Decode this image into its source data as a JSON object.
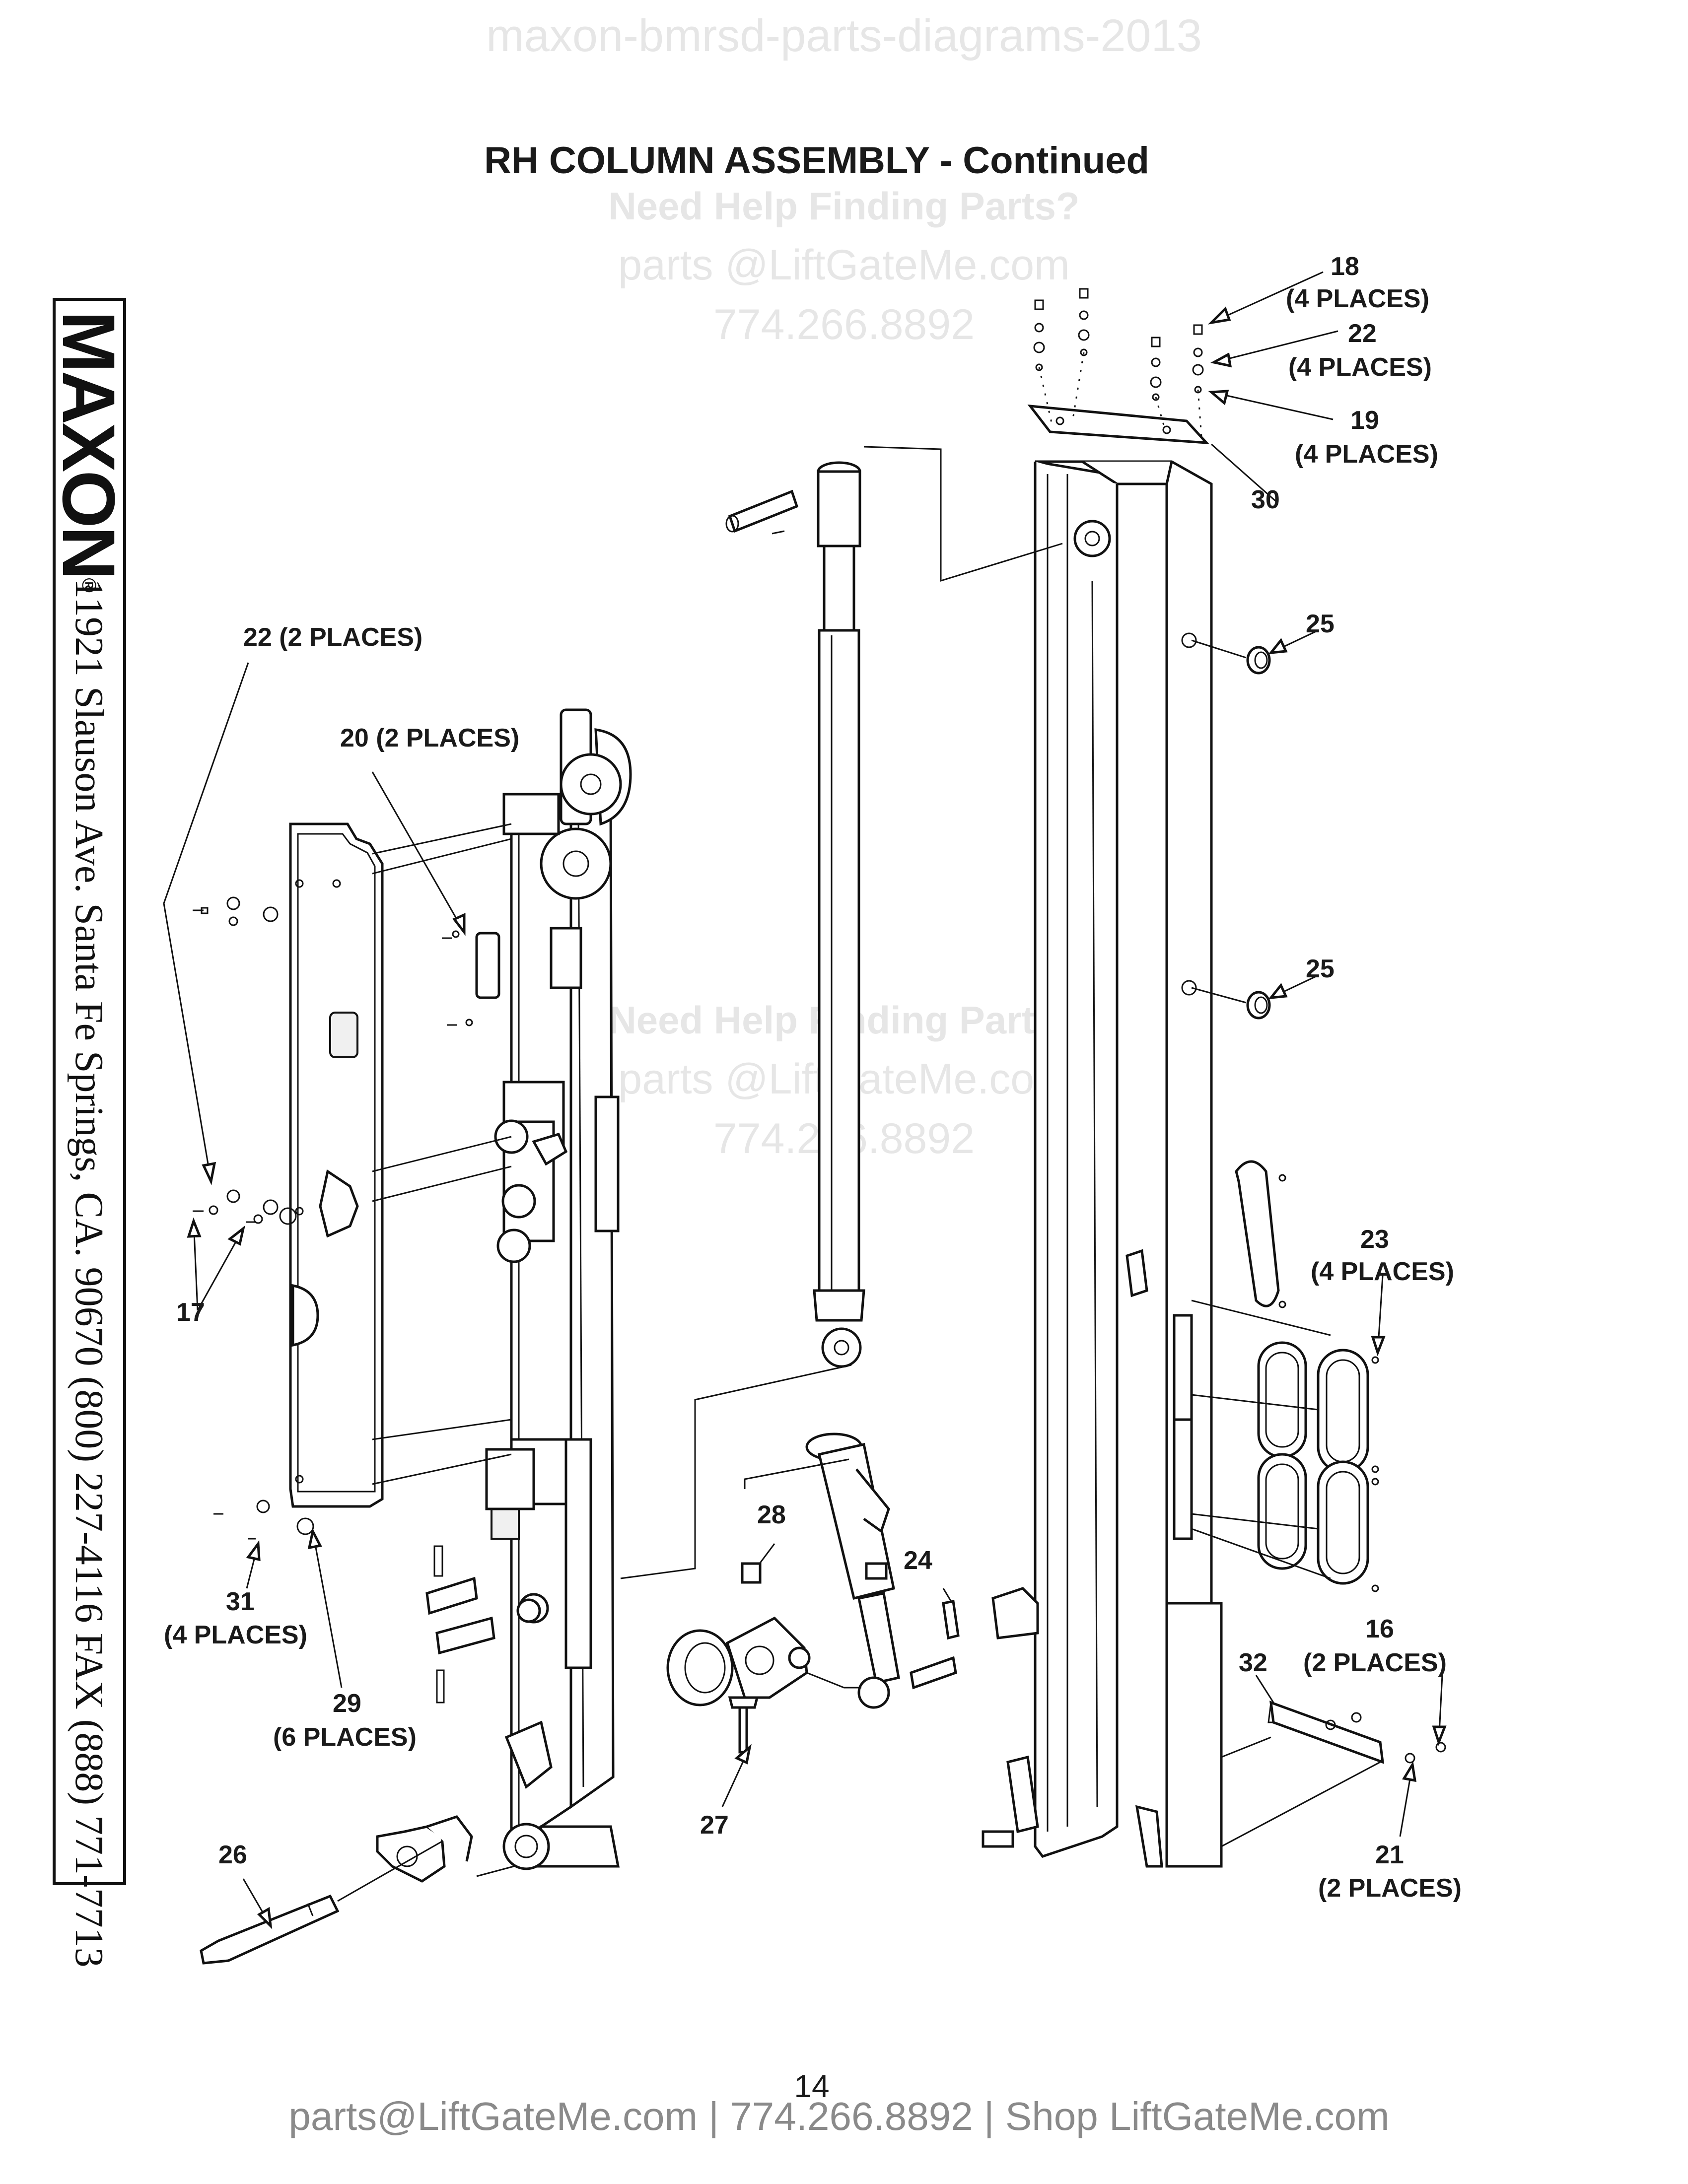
{
  "watermark": {
    "top": "maxon-bmrsd-parts-diagrams-2013",
    "help": "Need Help Finding Parts?",
    "email": "parts @LiftGateMe.com",
    "phone": "774.266.8892"
  },
  "title": "RH COLUMN ASSEMBLY - Continued",
  "sidebar": {
    "logo": "MAXON",
    "registered": "®",
    "address": "11921 Slauson Ave.  Santa Fe Springs, CA.  90670  (800) 227-4116  FAX (888) 771-7713"
  },
  "callouts": {
    "c18": "18",
    "c18_qty": "(4 PLACES)",
    "c22_top": "22",
    "c22_top_qty": "(4 PLACES)",
    "c19": "19",
    "c19_qty": "(4 PLACES)",
    "c30": "30",
    "c25_a": "25",
    "c25_b": "25",
    "c22_left": "22 (2 PLACES)",
    "c20": "20 (2 PLACES)",
    "c17": "17",
    "c23": "23",
    "c23_qty": "(4 PLACES)",
    "c28": "28",
    "c24": "24",
    "c31": "31",
    "c31_qty": "(4 PLACES)",
    "c29": "29",
    "c29_qty": "(6 PLACES)",
    "c16": "16",
    "c16_qty": "(2 PLACES)",
    "c32": "32",
    "c27": "27",
    "c21": "21",
    "c21_qty": "(2 PLACES)",
    "c26": "26"
  },
  "page_number": "14",
  "footer": "parts@LiftGateMe.com | 774.266.8892 | Shop LiftGateMe.com"
}
